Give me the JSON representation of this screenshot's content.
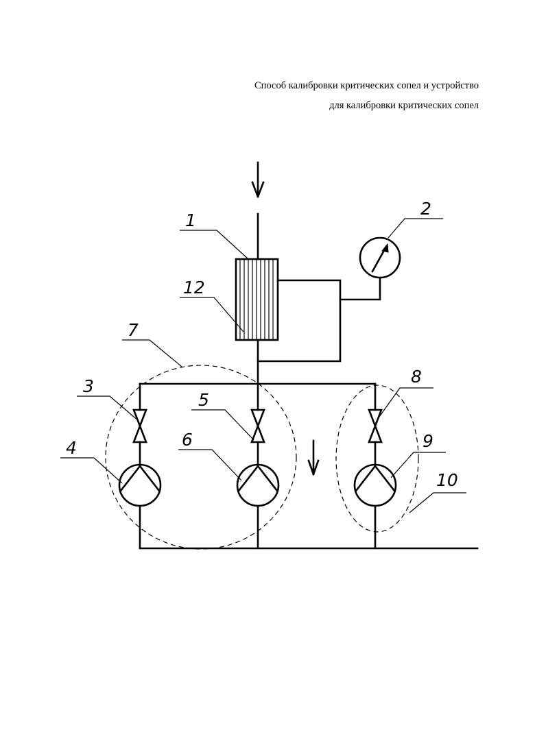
{
  "title": {
    "line1": "Способ калибровки критических сопел и устройство",
    "line2": "для калибровки критических сопел"
  },
  "labels": {
    "n1": "1",
    "n2": "2",
    "n3": "3",
    "n4": "4",
    "n5": "5",
    "n6": "6",
    "n7": "7",
    "n8": "8",
    "n9": "9",
    "n10": "10",
    "n12": "12"
  }
}
